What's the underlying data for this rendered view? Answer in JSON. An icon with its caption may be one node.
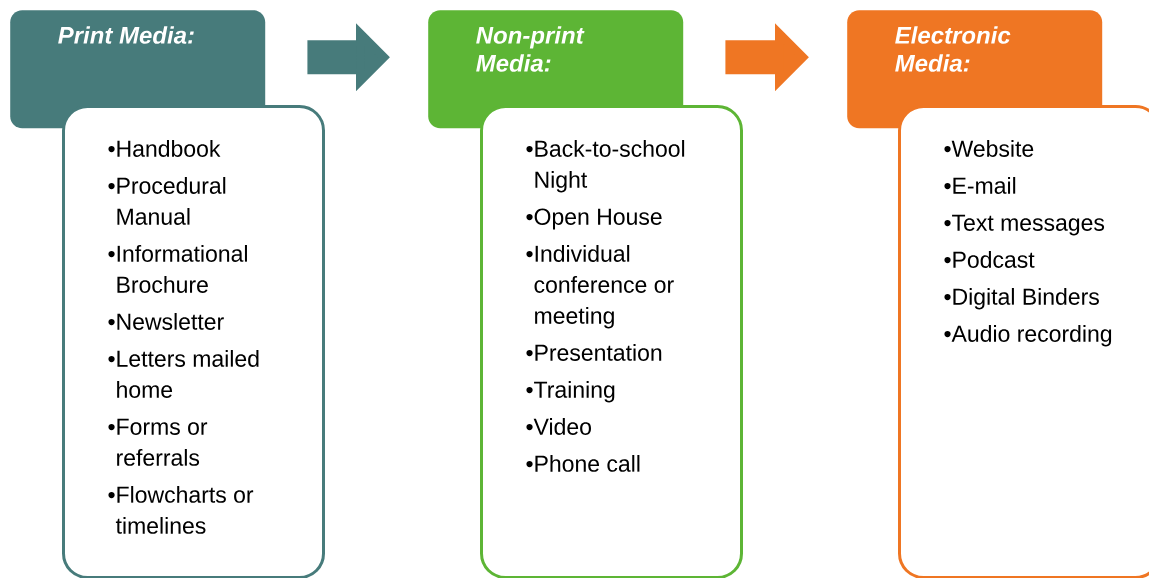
{
  "diagram": {
    "nodes": [
      {
        "text": [
          "Print Media:"
        ]
      },
      {
        "text": [
          "•Handbook",
          "•Procedural Manual",
          "•Informational Brochure",
          "•Newsletter",
          "•Letters mailed home",
          "•Forms or referrals",
          "•Flowcharts or timelines"
        ]
      },
      {
        "text": [
          "Non-print Media:"
        ]
      },
      {
        "text": [
          "•Back-to-school Night",
          "•Open House",
          "•Individual conference or meeting",
          "•Presentation",
          "•Training",
          "•Video",
          "•Phone call"
        ]
      },
      {
        "text": [
          "Electronic Media:"
        ]
      },
      {
        "text": [
          "•Website",
          "•E-mail",
          "•Text messages",
          "•Podcast",
          "•Digital Binders",
          "•Audio recording"
        ]
      }
    ],
    "edges": [
      {
        "from": 0,
        "to": 2,
        "arrow": "to",
        "color": "#477b7b"
      },
      {
        "from": 2,
        "to": 4,
        "arrow": "to",
        "color": "#ef7623"
      }
    ]
  }
}
